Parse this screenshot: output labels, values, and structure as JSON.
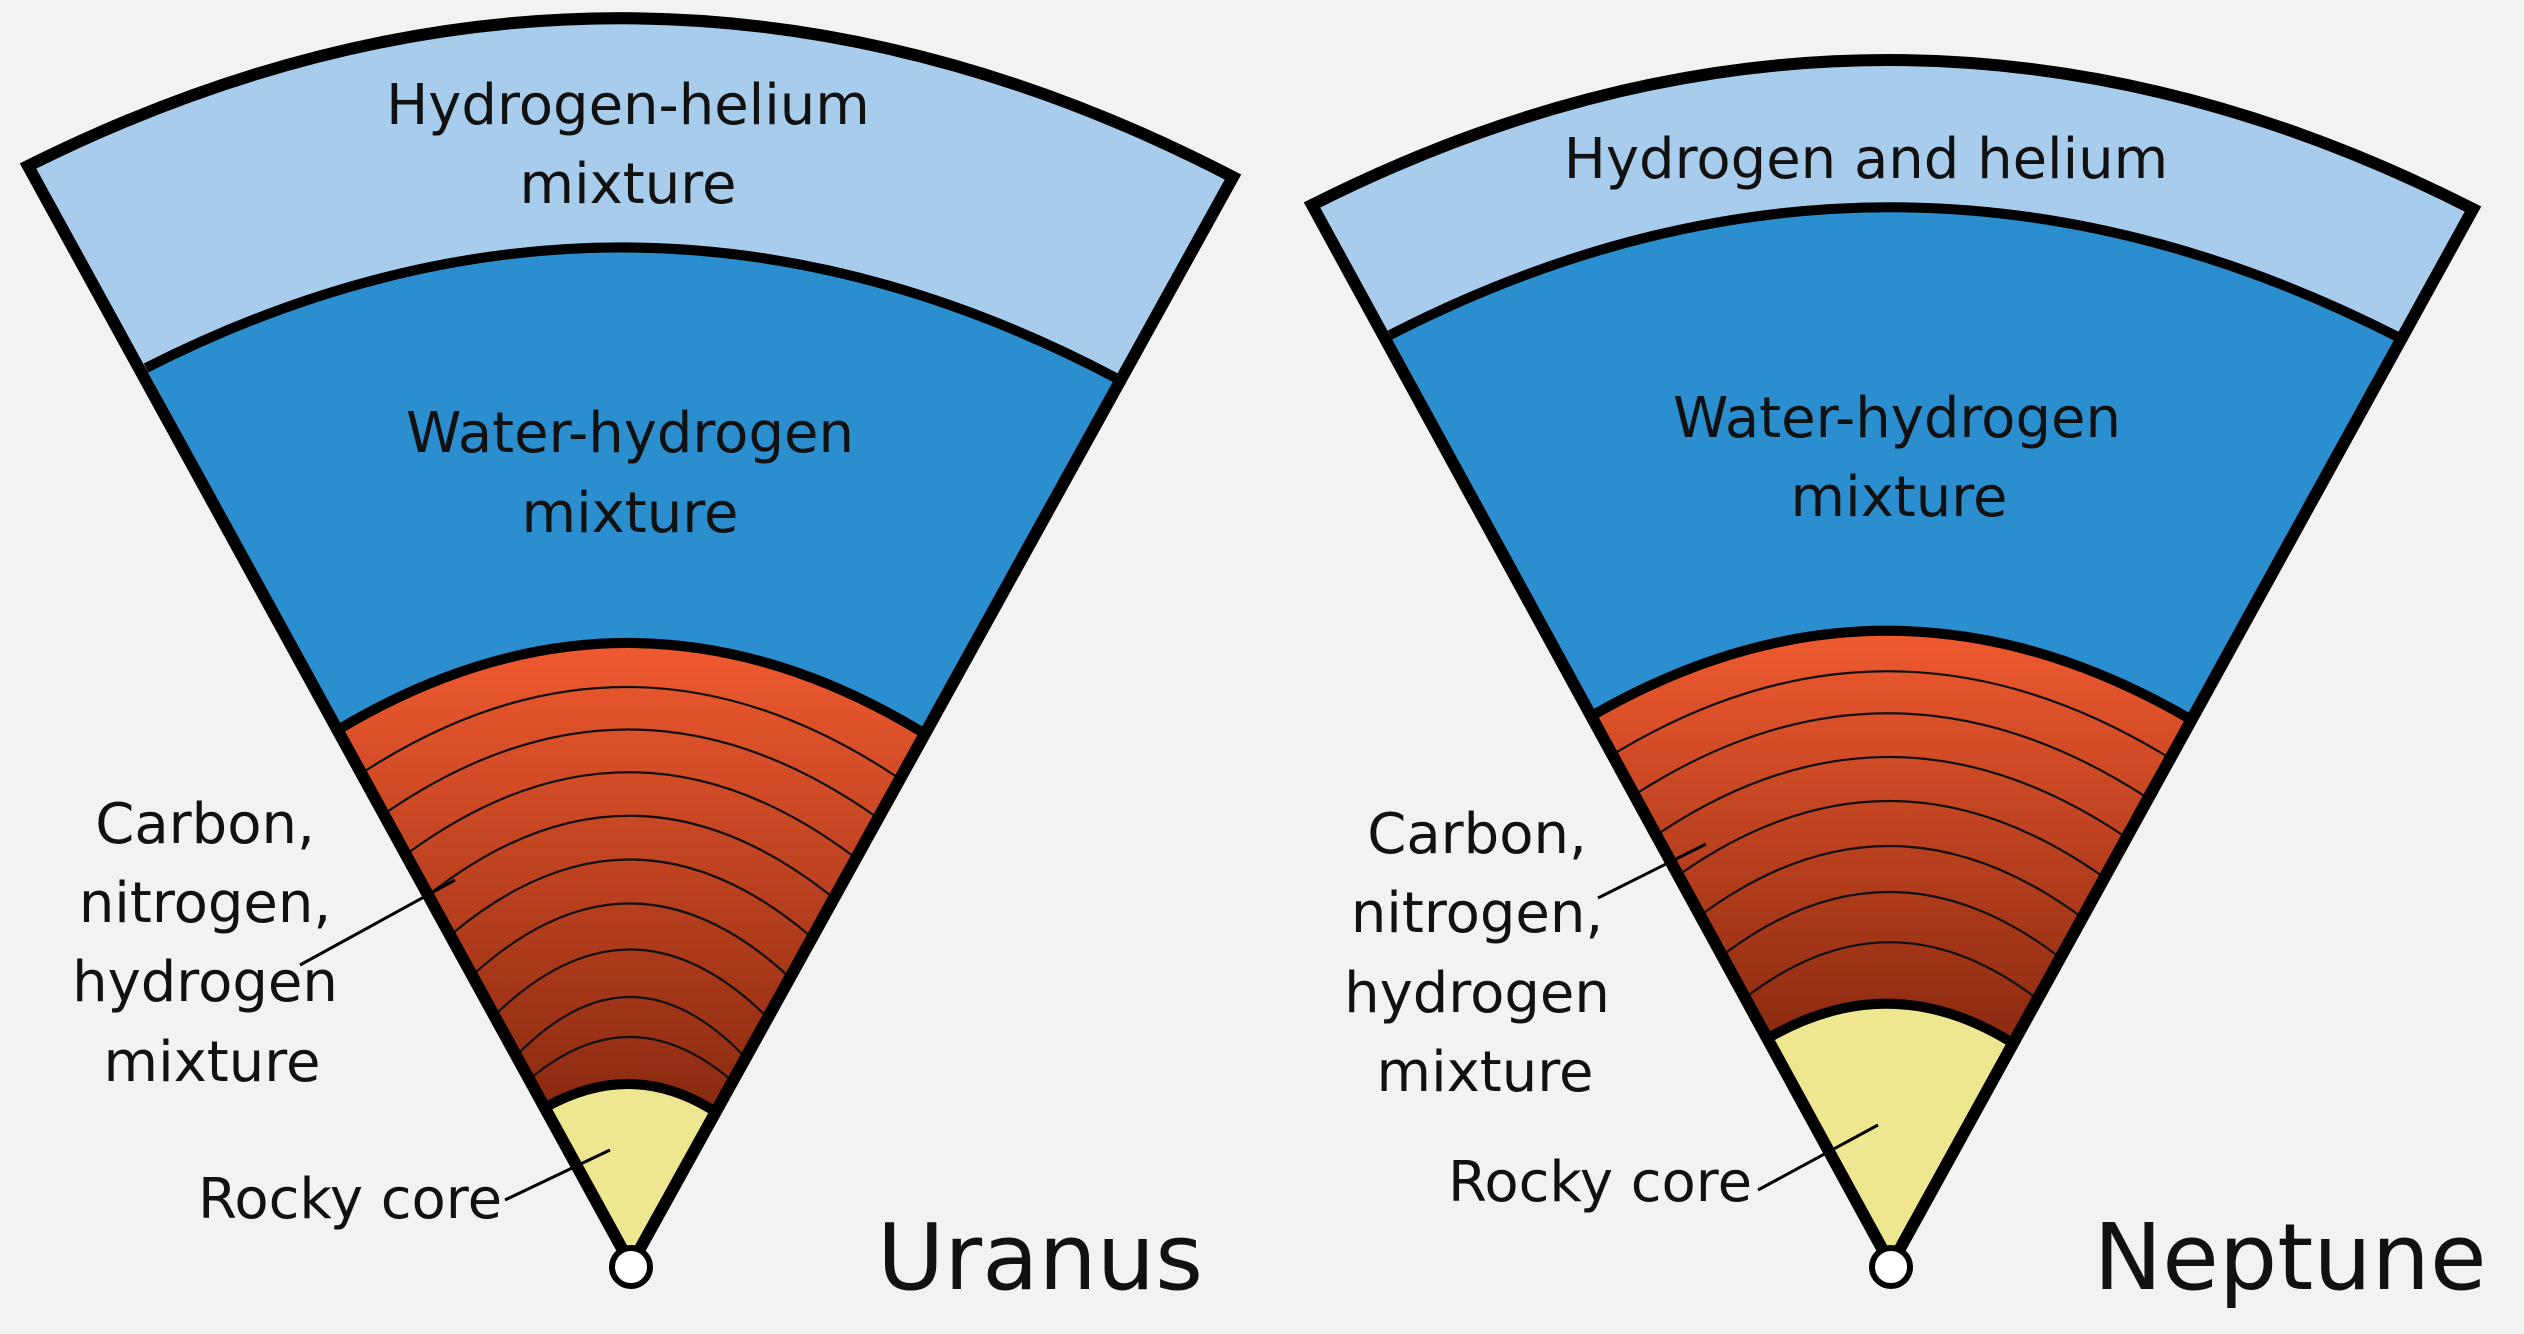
{
  "colors": {
    "background": "#f2f2f2",
    "hydrogen_helium": "#a8ccec",
    "water_hydrogen": "#2a8ecf",
    "carbon_top": "#f05a30",
    "carbon_bottom": "#8a2a10",
    "rocky_core": "#efe690",
    "outline": "#000000"
  },
  "uranus": {
    "name": "Uranus",
    "layer_labels": {
      "outer_1": "Hydrogen-helium",
      "outer_2": "mixture",
      "water_1": "Water-hydrogen",
      "water_2": "mixture",
      "carbon_1": "Carbon,",
      "carbon_2": "nitrogen,",
      "carbon_3": "hydrogen",
      "carbon_4": "mixture",
      "core": "Rocky core"
    }
  },
  "neptune": {
    "name": "Neptune",
    "layer_labels": {
      "outer_1": "Hydrogen and helium",
      "water_1": "Water-hydrogen",
      "water_2": "mixture",
      "carbon_1": "Carbon,",
      "carbon_2": "nitrogen,",
      "carbon_3": "hydrogen",
      "carbon_4": "mixture",
      "core": "Rocky core"
    }
  }
}
